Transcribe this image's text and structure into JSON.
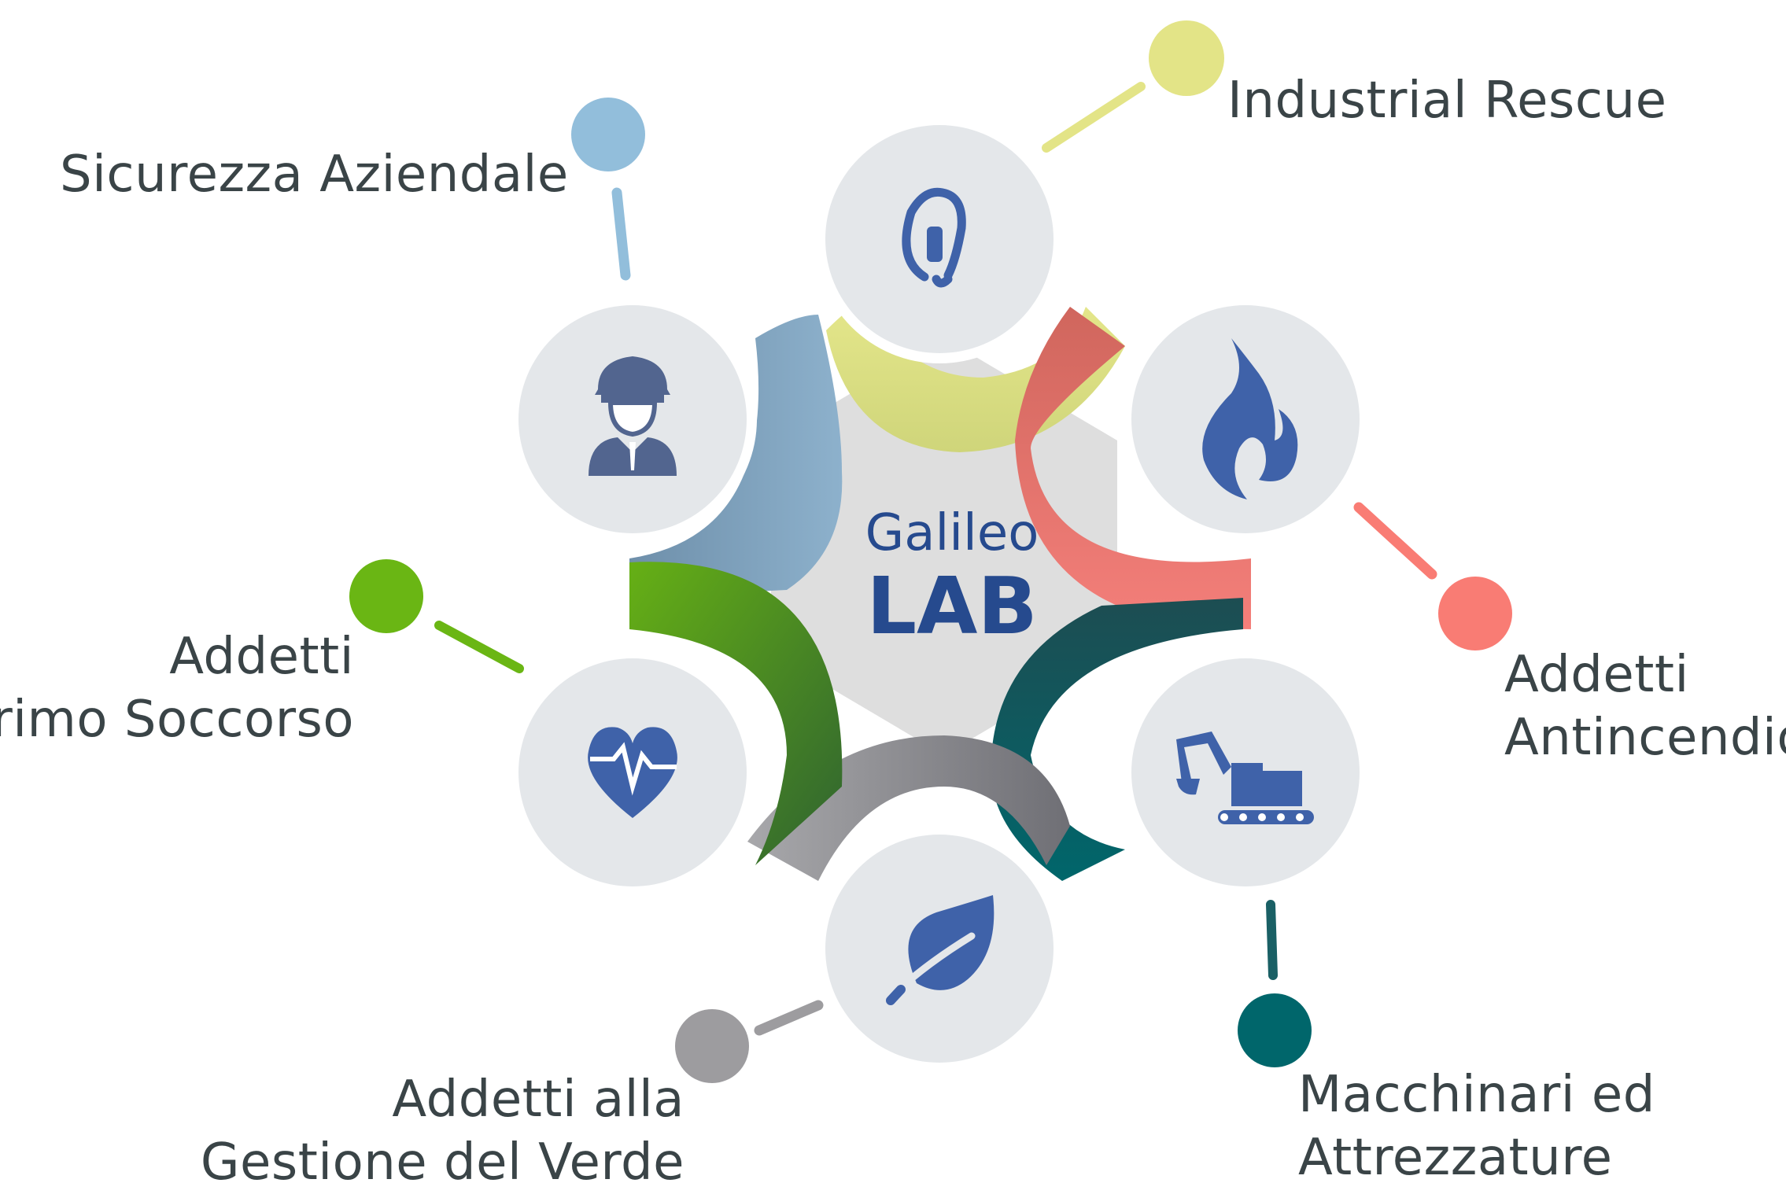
{
  "center": {
    "line1": "Galileo",
    "line2": "LAB"
  },
  "categories": [
    {
      "id": "industrial-rescue",
      "lines": [
        "Industrial Rescue"
      ],
      "icon": "carabiner-icon",
      "color": "#e3e487"
    },
    {
      "id": "sicurezza-aziendale",
      "lines": [
        "Sicurezza Aziendale"
      ],
      "icon": "worker-helmet-icon",
      "color": "#92bedb"
    },
    {
      "id": "addetti-antincendio",
      "lines": [
        "Addetti",
        "Antincendio"
      ],
      "icon": "flame-icon",
      "color": "#f97c74"
    },
    {
      "id": "addetti-primo-soccorso",
      "lines": [
        "Addetti",
        "Primo Soccorso"
      ],
      "icon": "heart-pulse-icon",
      "color": "#6ab614"
    },
    {
      "id": "macchinari-attrezzature",
      "lines": [
        "Macchinari ed",
        "Attrezzature"
      ],
      "icon": "excavator-icon",
      "color": "#00666b"
    },
    {
      "id": "gestione-verde",
      "lines": [
        "Addetti alla",
        "Gestione del Verde"
      ],
      "icon": "leaf-icon",
      "color": "#9d9c9f"
    }
  ],
  "colors": {
    "icon_fill": "#3f62a9",
    "circle_fill": "#e4e7ea",
    "center_fill": "#dedede",
    "label_text": "#3a4447",
    "center_text": "#264a8e"
  }
}
